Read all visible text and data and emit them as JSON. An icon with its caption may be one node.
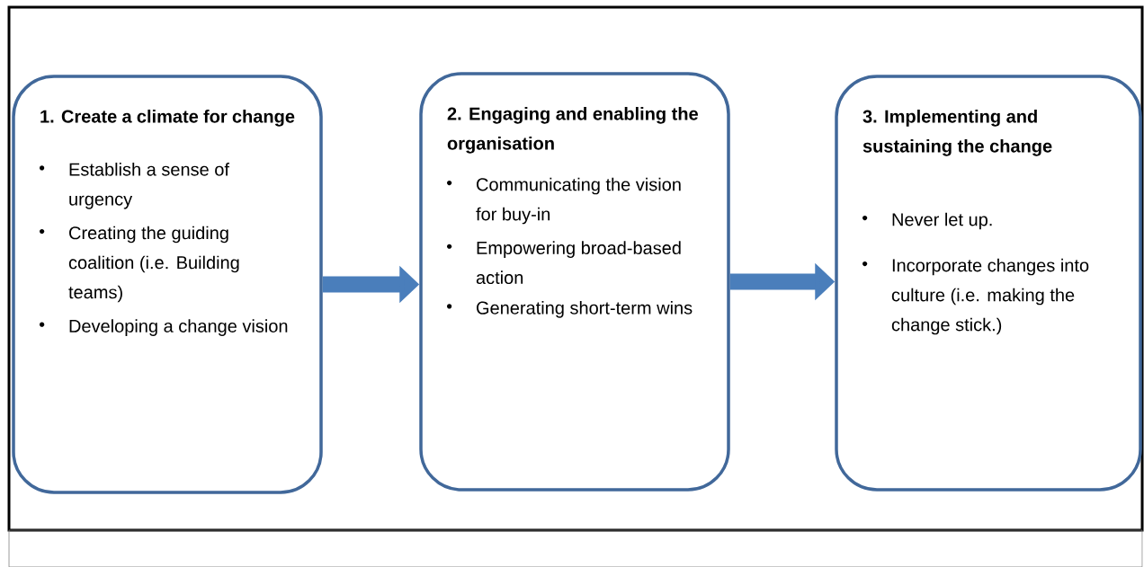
{
  "diagram": {
    "nodes": [
      {
        "text": [
          "1. Create a climate for change",
          "Establish a sense of urgency",
          "Creating  the guiding coalition  (i.e. Building teams)",
          "Developing a change vision"
        ]
      },
      {
        "text": [
          "2. Engaging and enabling the organisation",
          "Communicating the vision for buy-in",
          "Empowering broad-based action",
          "Generating short-term wins"
        ]
      },
      {
        "text": [
          "3. Implementing and sustaining the change",
          "Never let up.",
          "Incorporate changes into culture (i.e. making the change stick.)"
        ]
      }
    ],
    "edges": [
      {
        "from": 0,
        "to": 1,
        "arrow": "to"
      },
      {
        "from": 1,
        "to": 2,
        "arrow": "to"
      }
    ]
  }
}
